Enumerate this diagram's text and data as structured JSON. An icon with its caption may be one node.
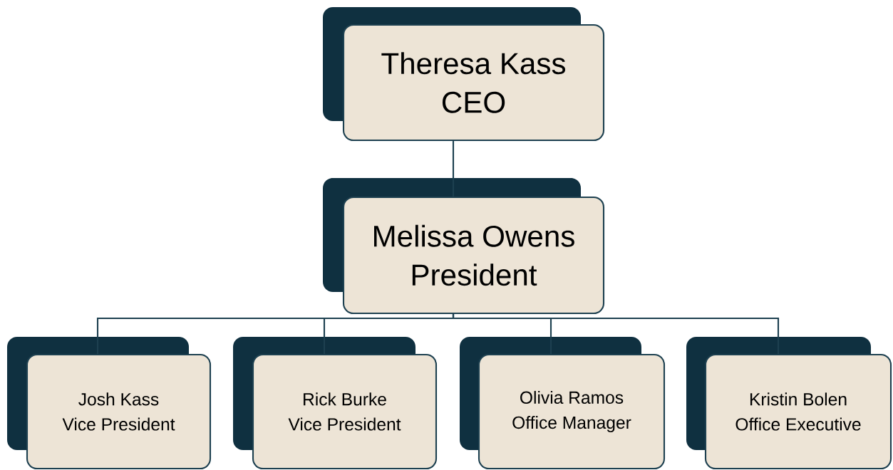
{
  "diagram": {
    "nodes": [
      {
        "text": [
          "Theresa Kass",
          "CEO"
        ]
      },
      {
        "text": [
          "Melissa Owens",
          "President"
        ]
      },
      {
        "text": [
          "Josh Kass",
          "Vice President"
        ]
      },
      {
        "text": [
          "Rick Burke",
          "Vice President"
        ]
      },
      {
        "text": [
          "Olivia Ramos",
          "Office Manager"
        ]
      },
      {
        "text": [
          "Kristin Bolen",
          "Office Executive"
        ]
      }
    ],
    "edges": [
      {
        "from": 0,
        "to": 1,
        "arrow": "none"
      },
      {
        "from": 1,
        "to": 2,
        "arrow": "none"
      },
      {
        "from": 1,
        "to": 3,
        "arrow": "none"
      },
      {
        "from": 1,
        "to": 4,
        "arrow": "none"
      },
      {
        "from": 1,
        "to": 5,
        "arrow": "none"
      }
    ]
  }
}
